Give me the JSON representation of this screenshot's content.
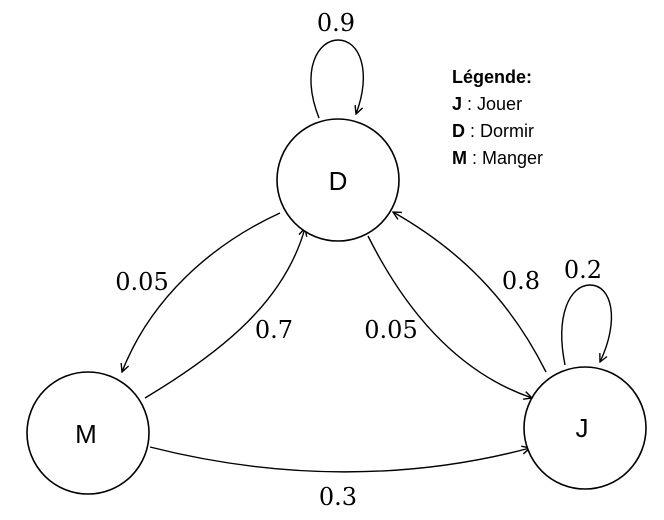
{
  "nodes": {
    "D": {
      "label": "D"
    },
    "M": {
      "label": "M"
    },
    "J": {
      "label": "J"
    }
  },
  "edges": {
    "d_d": {
      "from": "D",
      "to": "D",
      "label": "0.9"
    },
    "d_m": {
      "from": "D",
      "to": "M",
      "label": "0.05"
    },
    "m_d": {
      "from": "M",
      "to": "D",
      "label": "0.7"
    },
    "d_j": {
      "from": "D",
      "to": "J",
      "label": "0.05"
    },
    "j_d": {
      "from": "J",
      "to": "D",
      "label": "0.8"
    },
    "j_j": {
      "from": "J",
      "to": "J",
      "label": "0.2"
    },
    "m_j": {
      "from": "M",
      "to": "J",
      "label": "0.3"
    }
  },
  "legend": {
    "title": "Légende:",
    "items": [
      {
        "key": "J",
        "sep": " : ",
        "text": "Jouer"
      },
      {
        "key": "D",
        "sep": " : ",
        "text": "Dormir"
      },
      {
        "key": "M",
        "sep": " : ",
        "text": "Manger"
      }
    ]
  }
}
